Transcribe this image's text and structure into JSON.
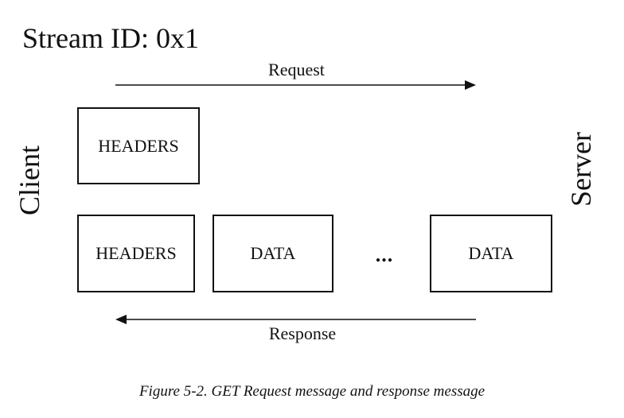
{
  "stream_title": "Stream ID: 0x1",
  "request": {
    "label": "Request",
    "frames": [
      "HEADERS"
    ]
  },
  "response": {
    "label": "Response",
    "frames": [
      "HEADERS",
      "DATA",
      "DATA"
    ],
    "ellipsis": "..."
  },
  "endpoints": {
    "client": "Client",
    "server": "Server"
  },
  "caption": "Figure 5-2. GET Request message and response message"
}
